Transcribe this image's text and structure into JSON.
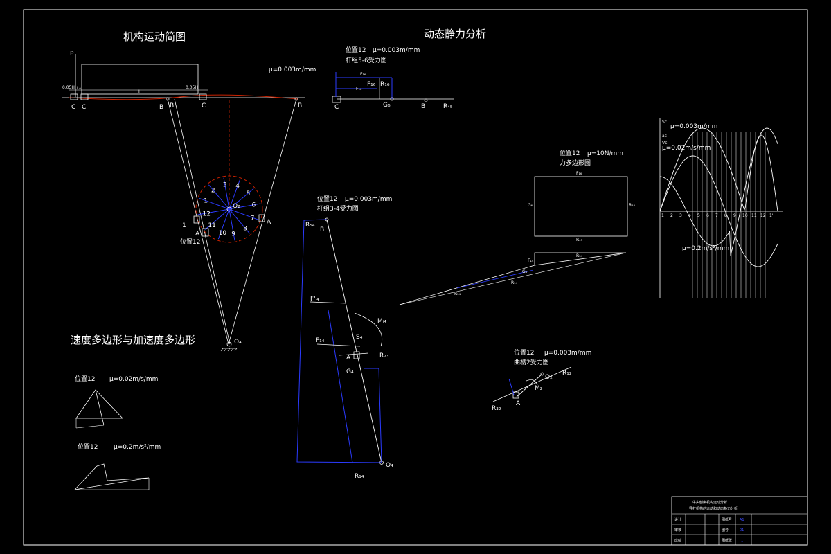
{
  "titles": {
    "mechanism": "机构运动简图",
    "dynamics": "动态静力分析",
    "polygons": "速度多边形与加速度多边形"
  },
  "mechanism": {
    "scale": "μ=0.003m/mm",
    "position_label": "位置12",
    "slider_labels": [
      "C",
      "C",
      "B",
      "B",
      "C",
      "B"
    ],
    "point_labels": {
      "o2": "O₂",
      "o4": "O₄",
      "p": "P",
      "a": "A",
      "a_prime": "A",
      "one": "1"
    },
    "crank_positions": [
      "1",
      "2",
      "3",
      "4",
      "5",
      "6",
      "7",
      "8",
      "9",
      "10",
      "11",
      "12"
    ],
    "tags": {
      "h": "H",
      "left": "0.05H",
      "right": "0.05H",
      "lo": "L₀"
    }
  },
  "group56": {
    "pos": "位置12",
    "scale": "μ=0.003m/mm",
    "subtitle": "杆组5-6受力图",
    "labels": {
      "c": "C",
      "g6": "G₆",
      "b": "B",
      "r45": "R₄₅",
      "f16": "F₁₆",
      "r16": "R₁₆",
      "f_top": "F₁₆",
      "p_mid": "F₁₆"
    }
  },
  "group34": {
    "pos": "位置12",
    "scale": "μ=0.003m/mm",
    "subtitle": "杆组3-4受力图",
    "labels": {
      "r54": "R₅₄",
      "b": "B",
      "fi4": "F'ᵢ₄",
      "fi4b": "F₁₄",
      "s4": "S₄",
      "a": "A",
      "r23": "R₂₃",
      "g4": "G₄",
      "mi4": "Mᵢ₄",
      "o4": "O₄",
      "r14": "R₁₄"
    }
  },
  "force_poly": {
    "pos": "位置12",
    "scale": "μ=10N/mm",
    "subtitle": "力多边形图",
    "labels": {
      "top": "F₁₆",
      "left": "G₆",
      "right": "R₁₆",
      "bottom": "R₄₅",
      "r34": "R₃₄",
      "fi4": "F₁₄",
      "g4": "G₄",
      "r14": "R₁₄",
      "rs4": "R₅₄"
    }
  },
  "crank_force": {
    "pos": "位置12",
    "scale": "μ=0.003m/mm",
    "subtitle": "曲柄2受力图",
    "labels": {
      "o2": "O₂",
      "r12": "R₁₂",
      "m": "M₂",
      "a": "A",
      "r32": "R₃₂"
    }
  },
  "vel": {
    "pos": "位置12",
    "scale": "μ=0.02m/s/mm"
  },
  "acc": {
    "pos": "位置12",
    "scale": "μ=0.2m/s²/mm"
  },
  "curves": {
    "s_label": "Sc",
    "s_scale": "μ=0.003m/mm",
    "v_label": "Vc",
    "v_scale": "μ=0.02m/s/mm",
    "a_scale": "μ=0.2m/s²/mm",
    "ticks": [
      "1",
      "2",
      "3",
      "4",
      "5",
      "6",
      "7",
      "8",
      "9",
      "10",
      "11",
      "12",
      "1'"
    ],
    "ac": "ac"
  },
  "title_block": {
    "line1": "牛头刨床机构运动分析",
    "line2": "导杆机构的运动和动态静力分析",
    "rows": [
      {
        "k1": "设计",
        "k2": "",
        "k3": "图纸号",
        "v": "A1"
      },
      {
        "k1": "审核",
        "k2": "",
        "k3": "图号",
        "v": "01"
      },
      {
        "k1": "成绩",
        "k2": "",
        "k3": "图纸张",
        "v": "1"
      }
    ]
  },
  "colors": {
    "line": "#ffffff",
    "blue": "#2b3bff",
    "red": "#cc2200",
    "bg": "#000000"
  }
}
